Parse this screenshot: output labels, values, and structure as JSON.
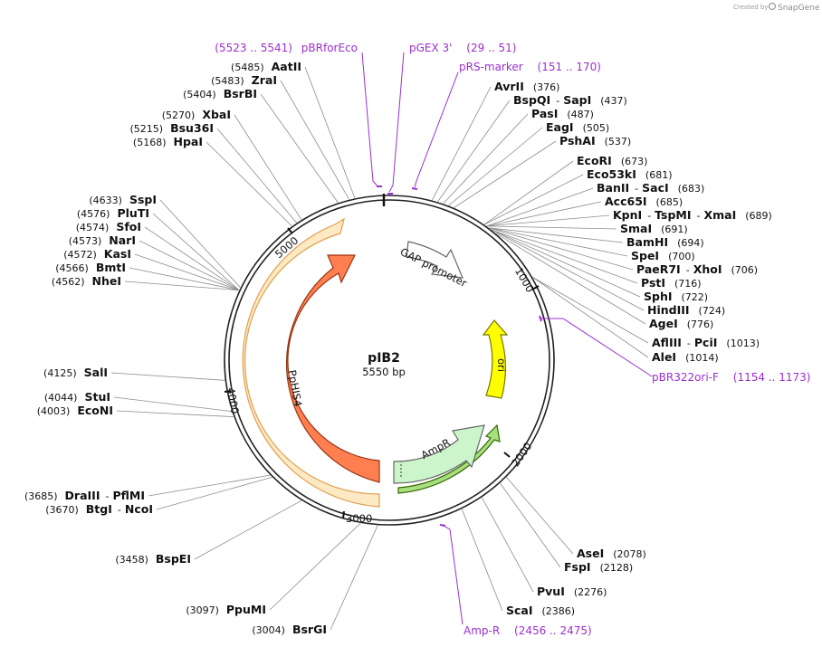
{
  "credit": {
    "prefix": "Created by",
    "brand": "SnapGene"
  },
  "plasmid": {
    "name": "pIB2",
    "size_label": "5550 bp"
  },
  "ticks": [
    {
      "label": "1000"
    },
    {
      "label": "2000"
    },
    {
      "label": "3000"
    },
    {
      "label": "4000"
    },
    {
      "label": "5000"
    }
  ],
  "features": [
    {
      "name": "GAP promoter",
      "color": "#ffffff",
      "stroke": "#777777"
    },
    {
      "name": "ori",
      "color": "#ffff00",
      "stroke": "#777700"
    },
    {
      "name": "AmpR",
      "color": "#ccf5cc",
      "stroke": "#666666"
    },
    {
      "name": "PpHIS4",
      "color": "#ff7f50",
      "stroke": "#993311"
    }
  ],
  "primers": [
    {
      "label": "pBRforEco",
      "range": "(5523 .. 5541)"
    },
    {
      "label": "pGEX 3'",
      "range": "(29 .. 51)"
    },
    {
      "label": "pRS-marker",
      "range": "(151 .. 170)"
    },
    {
      "label": "pBR322ori-F",
      "range": "(1154 .. 1173)"
    },
    {
      "label": "Amp-R",
      "range": "(2456 .. 2475)"
    }
  ],
  "sites": [
    {
      "names": [
        "AvrII"
      ],
      "pos": "(376)"
    },
    {
      "names": [
        "BspQI",
        "SapI"
      ],
      "pos": "(437)"
    },
    {
      "names": [
        "PasI"
      ],
      "pos": "(487)"
    },
    {
      "names": [
        "EagI"
      ],
      "pos": "(505)"
    },
    {
      "names": [
        "PshAI"
      ],
      "pos": "(537)"
    },
    {
      "names": [
        "EcoRI"
      ],
      "pos": "(673)"
    },
    {
      "names": [
        "Eco53kI"
      ],
      "pos": "(681)"
    },
    {
      "names": [
        "BanII",
        "SacI"
      ],
      "pos": "(683)"
    },
    {
      "names": [
        "Acc65I"
      ],
      "pos": "(685)"
    },
    {
      "names": [
        "KpnI",
        "TspMI",
        "XmaI"
      ],
      "pos": "(689)"
    },
    {
      "names": [
        "SmaI"
      ],
      "pos": "(691)"
    },
    {
      "names": [
        "BamHI"
      ],
      "pos": "(694)"
    },
    {
      "names": [
        "SpeI"
      ],
      "pos": "(700)"
    },
    {
      "names": [
        "PaeR7I",
        "XhoI"
      ],
      "pos": "(706)"
    },
    {
      "names": [
        "PstI"
      ],
      "pos": "(716)"
    },
    {
      "names": [
        "SphI"
      ],
      "pos": "(722)"
    },
    {
      "names": [
        "HindIII"
      ],
      "pos": "(724)"
    },
    {
      "names": [
        "AgeI"
      ],
      "pos": "(776)"
    },
    {
      "names": [
        "AflIII",
        "PciI"
      ],
      "pos": "(1013)"
    },
    {
      "names": [
        "AleI"
      ],
      "pos": "(1014)"
    },
    {
      "names": [
        "AseI"
      ],
      "pos": "(2078)"
    },
    {
      "names": [
        "FspI"
      ],
      "pos": "(2128)"
    },
    {
      "names": [
        "PvuI"
      ],
      "pos": "(2276)"
    },
    {
      "names": [
        "ScaI"
      ],
      "pos": "(2386)"
    },
    {
      "names": [
        "BsrGI"
      ],
      "pos": "(3004)"
    },
    {
      "names": [
        "PpuMI"
      ],
      "pos": "(3097)"
    },
    {
      "names": [
        "BspEI"
      ],
      "pos": "(3458)"
    },
    {
      "names": [
        "BtgI",
        "NcoI"
      ],
      "pos": "(3670)"
    },
    {
      "names": [
        "DraIII",
        "PflMI"
      ],
      "pos": "(3685)"
    },
    {
      "names": [
        "EcoNI"
      ],
      "pos": "(4003)"
    },
    {
      "names": [
        "StuI"
      ],
      "pos": "(4044)"
    },
    {
      "names": [
        "SalI"
      ],
      "pos": "(4125)"
    },
    {
      "names": [
        "NheI"
      ],
      "pos": "(4562)"
    },
    {
      "names": [
        "BmtI"
      ],
      "pos": "(4566)"
    },
    {
      "names": [
        "KasI"
      ],
      "pos": "(4572)"
    },
    {
      "names": [
        "NarI"
      ],
      "pos": "(4573)"
    },
    {
      "names": [
        "SfoI"
      ],
      "pos": "(4574)"
    },
    {
      "names": [
        "PluTI"
      ],
      "pos": "(4576)"
    },
    {
      "names": [
        "SspI"
      ],
      "pos": "(4633)"
    },
    {
      "names": [
        "HpaI"
      ],
      "pos": "(5168)"
    },
    {
      "names": [
        "Bsu36I"
      ],
      "pos": "(5215)"
    },
    {
      "names": [
        "XbaI"
      ],
      "pos": "(5270)"
    },
    {
      "names": [
        "BsrBI"
      ],
      "pos": "(5404)"
    },
    {
      "names": [
        "ZraI"
      ],
      "pos": "(5483)"
    },
    {
      "names": [
        "AatII"
      ],
      "pos": "(5485)"
    }
  ]
}
